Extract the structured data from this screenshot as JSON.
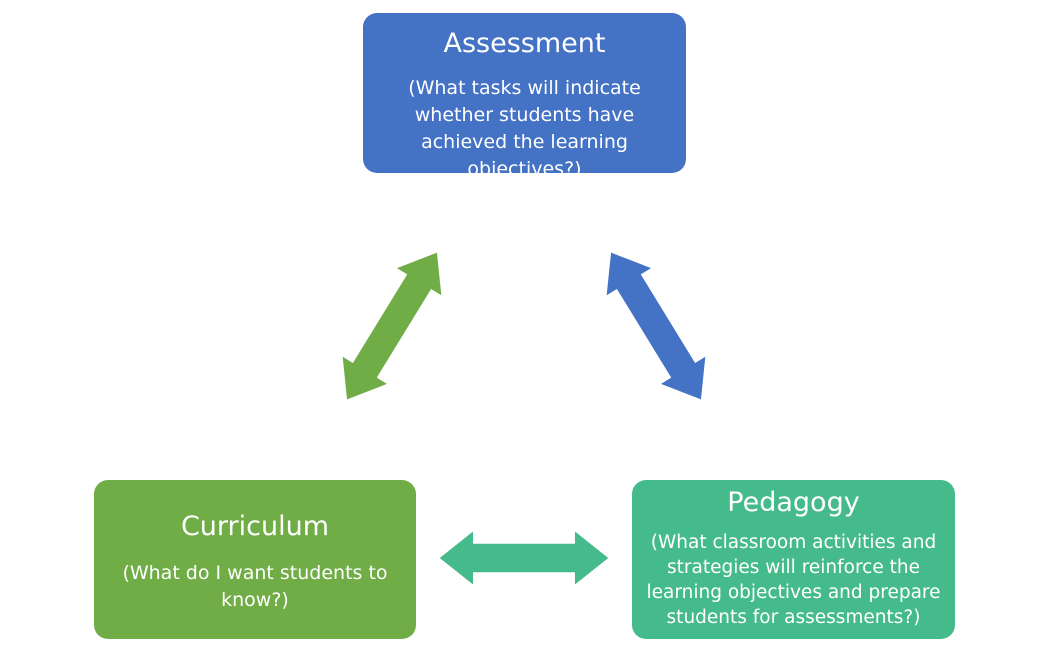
{
  "colors": {
    "assessment": "#4472C4",
    "curriculum": "#70AD47",
    "pedagogy": "#45BB8C"
  },
  "assessment": {
    "title": "Assessment",
    "desc": "(What tasks will indicate whether students have achieved the learning objectives?)"
  },
  "curriculum": {
    "title": "Curriculum",
    "desc": "(What do I want students to know?)"
  },
  "pedagogy": {
    "title": "Pedagogy",
    "desc": "(What classroom activities and strategies will reinforce the learning objectives and prepare students for assessments?)"
  },
  "arrows": [
    {
      "from": "curriculum",
      "to": "assessment",
      "color": "#70AD47"
    },
    {
      "from": "assessment",
      "to": "pedagogy",
      "color": "#4472C4"
    },
    {
      "from": "curriculum",
      "to": "pedagogy",
      "color": "#45BB8C"
    }
  ]
}
